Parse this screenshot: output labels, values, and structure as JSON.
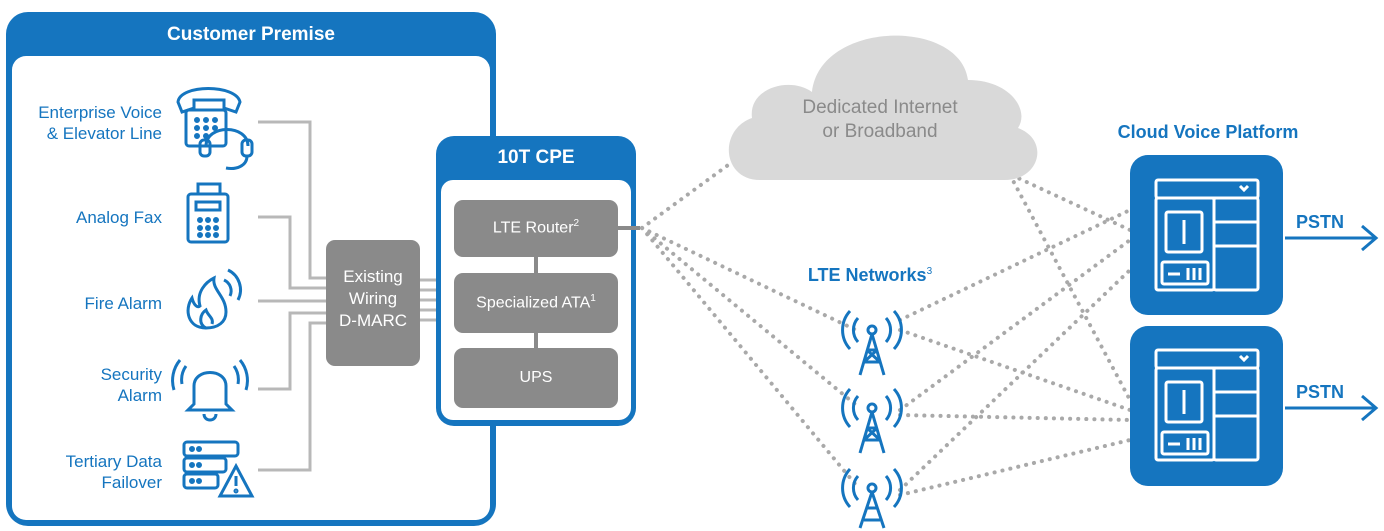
{
  "premise": {
    "title": "Customer Premise",
    "devices": [
      {
        "label": "Enterprise Voice\n& Elevator Line",
        "icon": "phone-headset-icon"
      },
      {
        "label": "Analog Fax",
        "icon": "fax-icon"
      },
      {
        "label": "Fire Alarm",
        "icon": "fire-icon"
      },
      {
        "label": "Security\nAlarm",
        "icon": "alarm-bell-icon"
      },
      {
        "label": "Tertiary Data\nFailover",
        "icon": "server-warning-icon"
      }
    ],
    "dmarc": "Existing\nWiring\nD-MARC"
  },
  "cpe": {
    "title": "10T CPE",
    "lte_router": "LTE Router",
    "lte_router_sup": "2",
    "ata": "Specialized ATA",
    "ata_sup": "1",
    "ups": "UPS"
  },
  "cloud": {
    "label": "Dedicated Internet\nor Broadband"
  },
  "lte": {
    "label": "LTE Networks",
    "sup": "3"
  },
  "platform": {
    "title": "Cloud Voice Platform",
    "pstn": [
      "PSTN",
      "PSTN"
    ]
  },
  "colors": {
    "blue": "#1575bf",
    "gray": "#8a8a8a",
    "cloud": "#d9d9d9",
    "line": "#b8b8b8",
    "dots": "#a9a9a9"
  }
}
